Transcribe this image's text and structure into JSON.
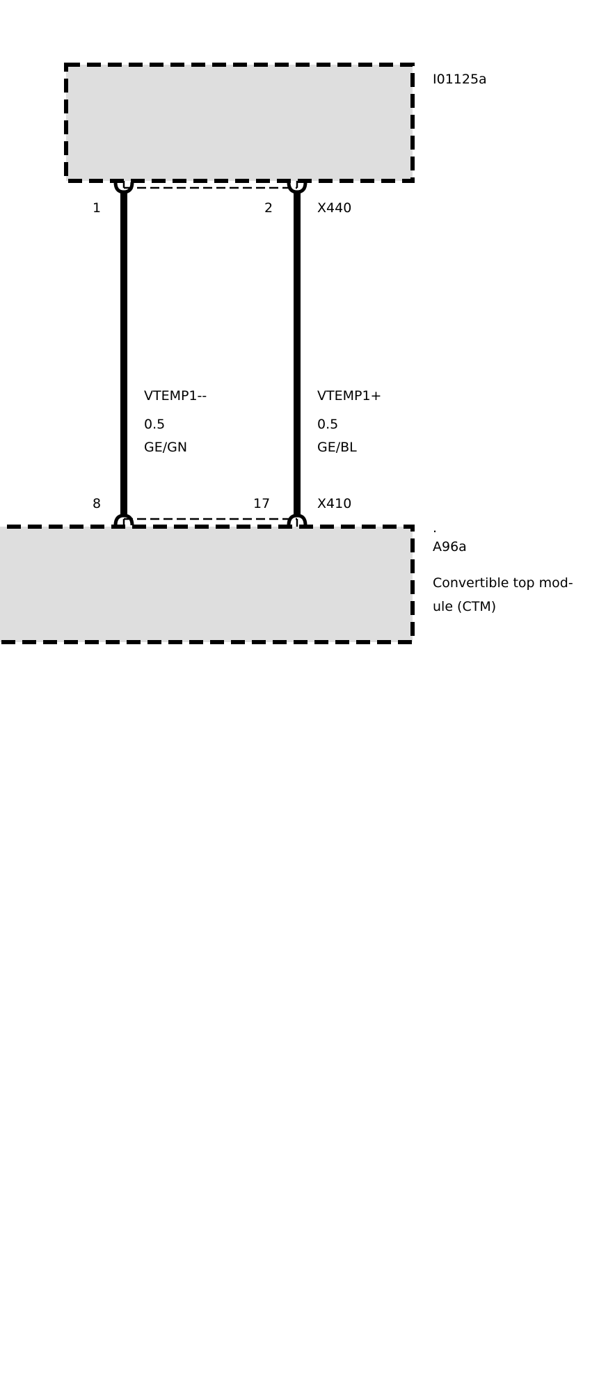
{
  "diagram": {
    "component_top": {
      "id": "I01125a"
    },
    "connector_top": {
      "id": "X440",
      "pins": [
        "1",
        "2"
      ]
    },
    "wires": [
      {
        "signal": "VTEMP1--",
        "cross_section": "0.5",
        "color": "GE/GN"
      },
      {
        "signal": "VTEMP1+",
        "cross_section": "0.5",
        "color": "GE/BL"
      }
    ],
    "connector_bottom": {
      "id": "X410",
      "pins": [
        "8",
        "17"
      ]
    },
    "component_bottom": {
      "dot": ".",
      "id": "A96a",
      "description_line1": "Convertible top mod-",
      "description_line2": "ule (CTM)"
    }
  },
  "colors": {
    "box_fill": "#dedede",
    "line": "#000000"
  }
}
